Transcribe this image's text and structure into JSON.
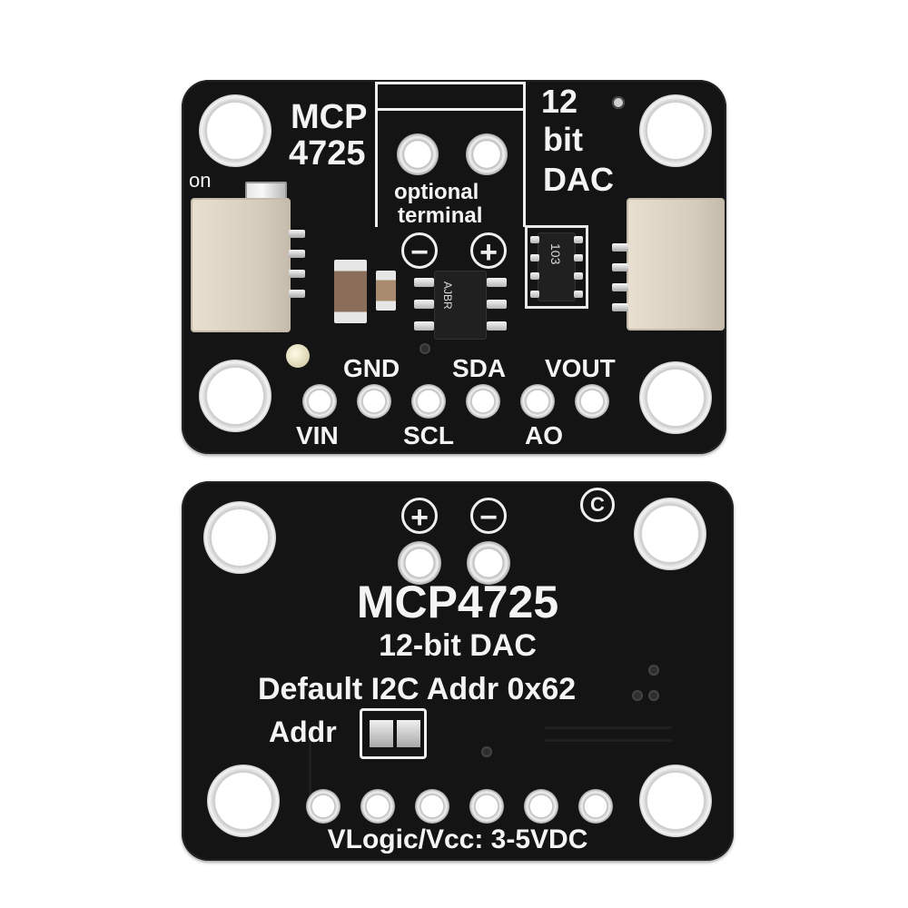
{
  "top_board": {
    "chip_name": [
      "MCP",
      "4725"
    ],
    "dac_label": [
      "12",
      "bit",
      "DAC"
    ],
    "terminal_label": [
      "optional",
      "terminal"
    ],
    "led_label": "on",
    "minus_symbol": "−",
    "plus_symbol": "+",
    "resistor_label": "103",
    "ic_marking": "AJBR",
    "pins_top_labels": [
      "GND",
      "SDA",
      "VOUT"
    ],
    "pins_bottom_labels": [
      "VIN",
      "SCL",
      "AO"
    ]
  },
  "bottom_board": {
    "plus_symbol": "+",
    "minus_symbol": "−",
    "copyright_symbol": "C",
    "title": "MCP4725",
    "subtitle": "12-bit DAC",
    "address_text": "Default I2C Addr 0x62",
    "addr_label": "Addr",
    "voltage_text": "VLogic/Vcc: 3-5VDC"
  },
  "colors": {
    "pcb": "#141414",
    "silkscreen": "#f4f4f4",
    "connector": "#e0d6c8",
    "gold_pad": "#d8d8d8"
  }
}
